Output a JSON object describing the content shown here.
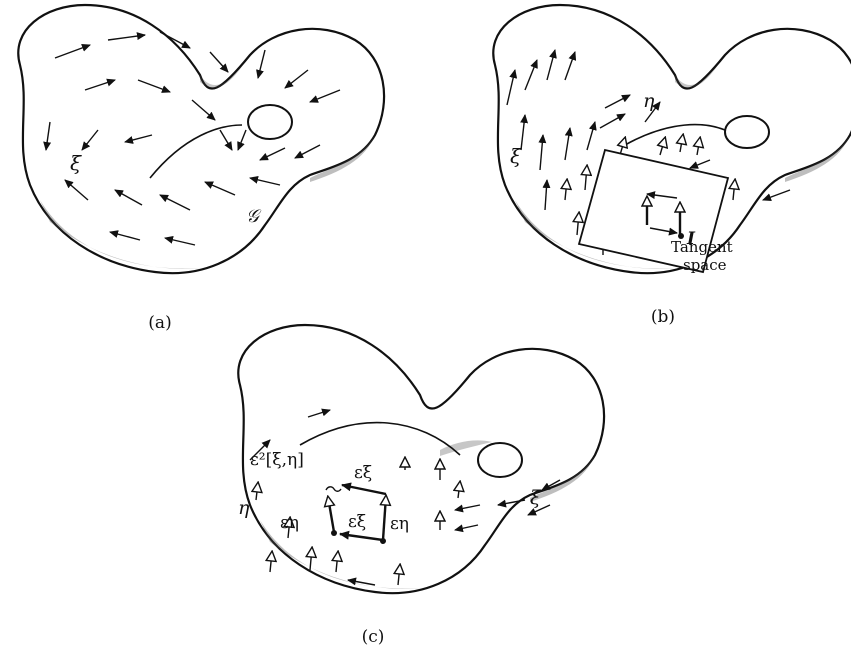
{
  "panels": [
    {
      "caption": "(a)",
      "labels": {
        "field": "ξ",
        "group": "𝒢"
      }
    },
    {
      "caption": "(b)",
      "labels": {
        "field_xi": "ξ",
        "field_eta": "η",
        "identity": "I",
        "tangent_line1": "Tangent",
        "tangent_line2": "space"
      }
    },
    {
      "caption": "(c)",
      "labels": {
        "eta_left": "η",
        "commutator": "ε²[ξ,η]",
        "eps_xi_top": "εξ",
        "eps_xi_bottom": "εξ",
        "eps_eta_left": "εη",
        "eps_eta_right": "εη",
        "xi_right": "ξ"
      }
    }
  ]
}
